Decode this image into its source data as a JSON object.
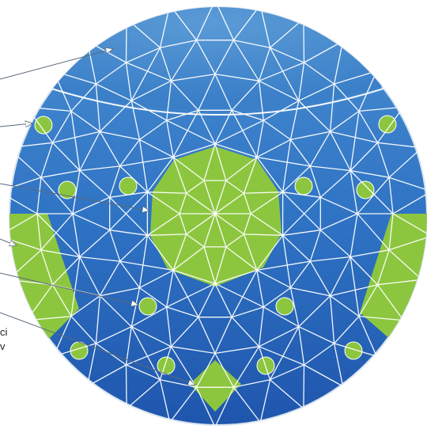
{
  "colors": {
    "blue_light": "#4a8fd2",
    "blue_mid": "#2f73c4",
    "blue_dark": "#1f56ad",
    "green": "#8cc63f",
    "mesh_lines": "#ffffff",
    "arrows": "#3a4a5c"
  },
  "labels": {
    "line1": "ci",
    "line2": "v"
  },
  "regions": [
    {
      "name": "top-cap",
      "color": "blue"
    },
    {
      "name": "center-polygon",
      "color": "green"
    },
    {
      "name": "left-band",
      "color": "green"
    },
    {
      "name": "right-band",
      "color": "green"
    },
    {
      "name": "bottom-diamond",
      "color": "green"
    },
    {
      "name": "small-circles",
      "color": "green",
      "count": 12
    }
  ]
}
